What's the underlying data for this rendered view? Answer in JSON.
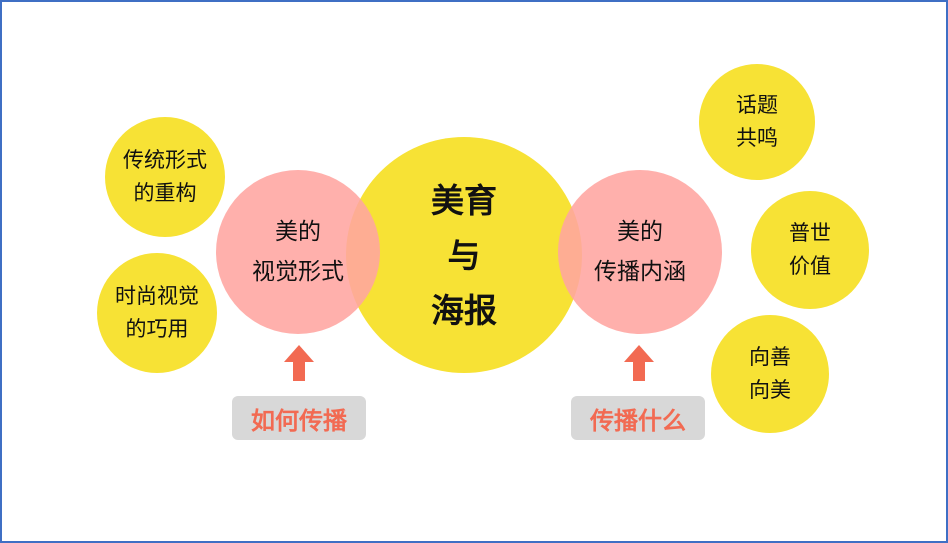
{
  "colors": {
    "yellow": "#f7e235",
    "pink": "#ffa5a0",
    "accent": "#f26a52",
    "label_bg": "#d8d8d8",
    "border": "#3f6fc4"
  },
  "center": {
    "line1": "美育",
    "line2": "与",
    "line3": "海报"
  },
  "left_pink": {
    "line1": "美的",
    "line2": "视觉形式"
  },
  "right_pink": {
    "line1": "美的",
    "line2": "传播内涵"
  },
  "left_items": [
    {
      "line1": "传统形式",
      "line2": "的重构"
    },
    {
      "line1": "时尚视觉",
      "line2": "的巧用"
    }
  ],
  "right_items": [
    {
      "line1": "话题",
      "line2": "共鸣"
    },
    {
      "line1": "普世",
      "line2": "价值"
    },
    {
      "line1": "向善",
      "line2": "向美"
    }
  ],
  "labels": {
    "left": "如何传播",
    "right": "传播什么"
  }
}
